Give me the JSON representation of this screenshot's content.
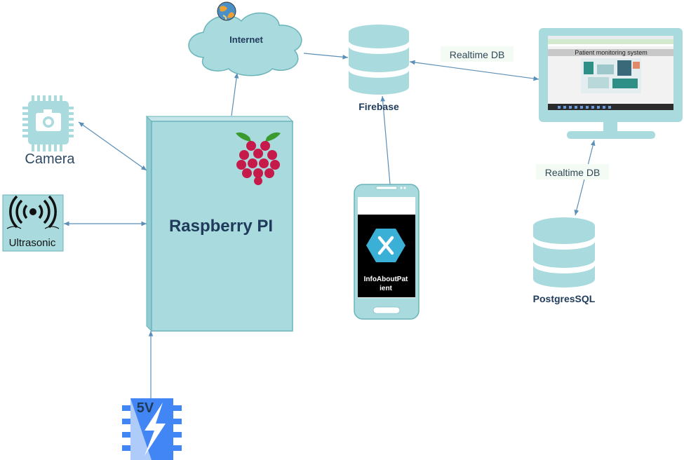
{
  "nodes": {
    "internet": "Internet",
    "firebase": "Firebase",
    "camera": "Camera",
    "ultrasonic": "Ultrasonic",
    "raspberry_pi": "Raspberry PI",
    "power": "5V",
    "app_name_line1": "InfoAboutPat",
    "app_name_line2": "ient",
    "postgres": "PostgresSQL",
    "monitor_title": "Patient monitoring system"
  },
  "edges": {
    "firebase_monitor": "Realtime DB",
    "monitor_postgres": "Realtime DB"
  },
  "colors": {
    "node_fill": "#a8dade",
    "node_stroke": "#6ab4ba",
    "edge": "#5a8fb8",
    "text_dark": "#1f3a5a",
    "raspberry_red": "#c51a4a",
    "raspberry_leaf": "#3a9a2e",
    "power_blue": "#4285f4",
    "power_light": "#aecbfa"
  }
}
